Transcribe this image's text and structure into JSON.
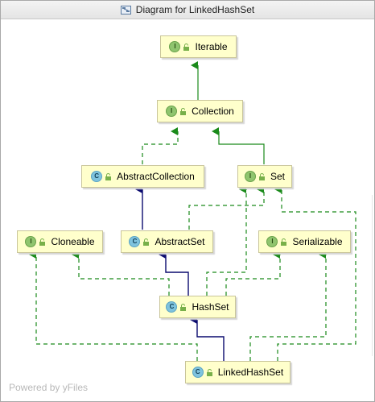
{
  "window": {
    "title": "Diagram for LinkedHashSet",
    "title_icon": "diagram-icon"
  },
  "nodes": {
    "iterable": {
      "label": "Iterable",
      "kind": "I"
    },
    "collection": {
      "label": "Collection",
      "kind": "I"
    },
    "abstract_collection": {
      "label": "AbstractCollection",
      "kind": "C"
    },
    "set": {
      "label": "Set",
      "kind": "I"
    },
    "cloneable": {
      "label": "Cloneable",
      "kind": "I"
    },
    "abstract_set": {
      "label": "AbstractSet",
      "kind": "C"
    },
    "serializable": {
      "label": "Serializable",
      "kind": "I"
    },
    "hash_set": {
      "label": "HashSet",
      "kind": "C"
    },
    "linked_hash_set": {
      "label": "LinkedHashSet",
      "kind": "C"
    }
  },
  "footer": {
    "powered_by": "Powered by yFiles"
  },
  "colors": {
    "interface_edge": "#1a8a1a",
    "extends_edge": "#0a0a6e",
    "node_fill": "#ffffcc"
  }
}
